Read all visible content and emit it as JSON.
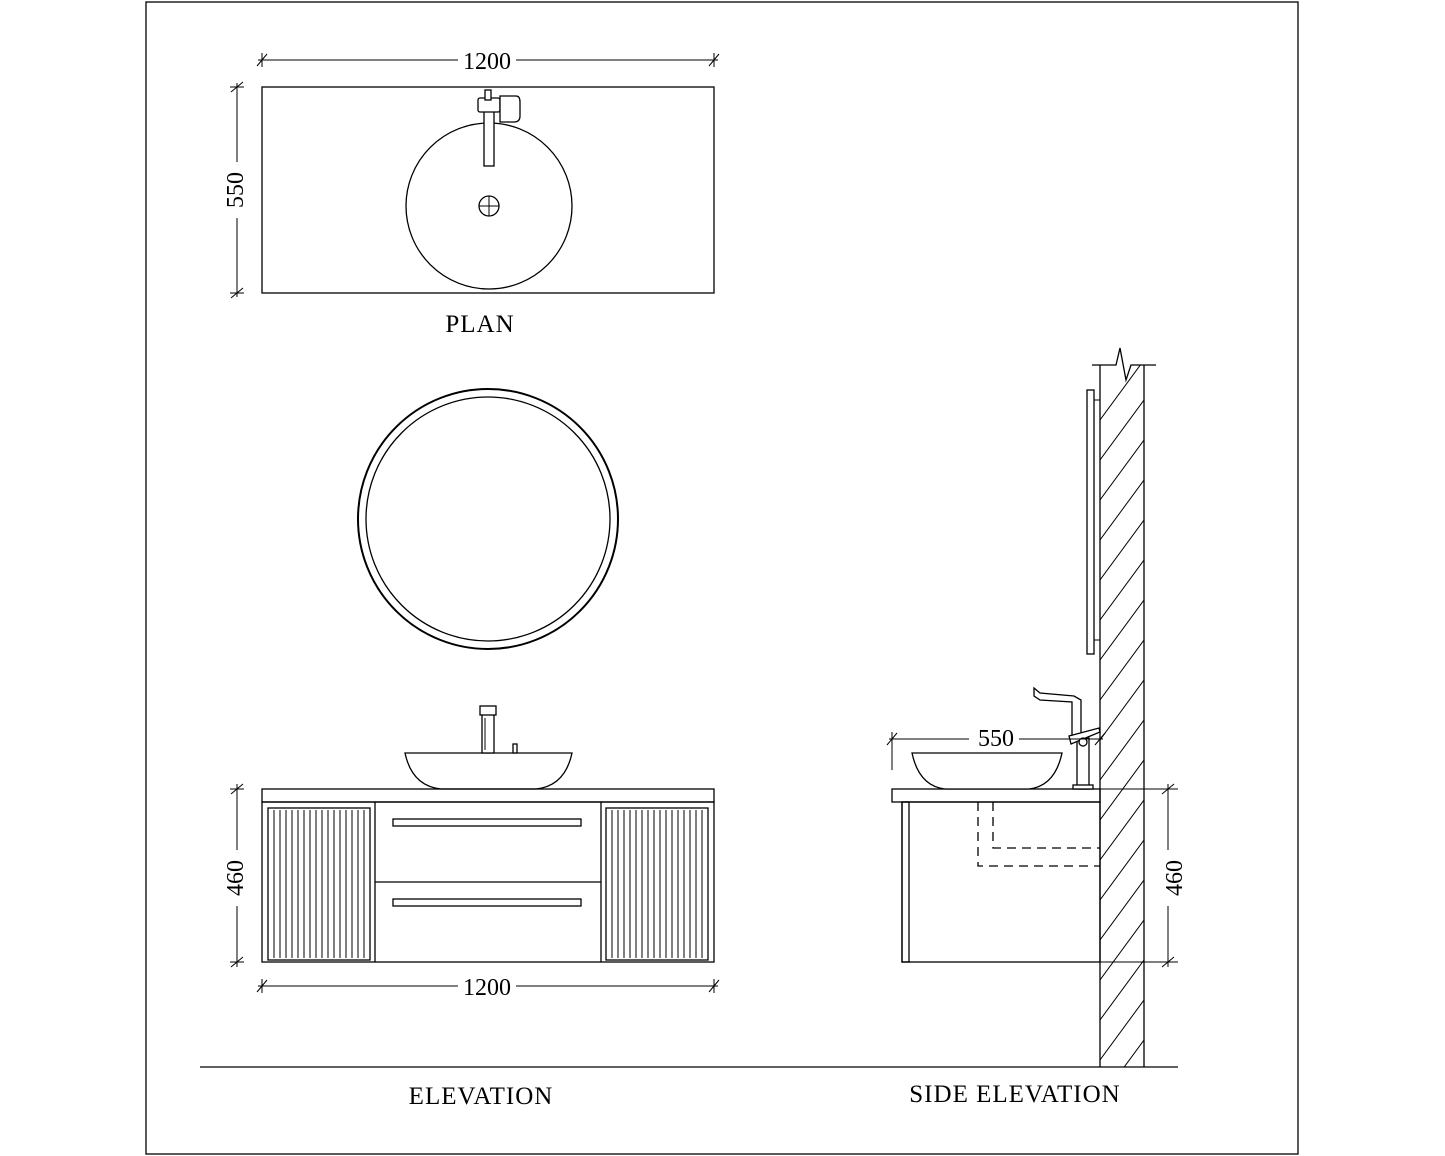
{
  "plan": {
    "title": "PLAN",
    "width_dim": "1200",
    "depth_dim": "550"
  },
  "elevation": {
    "title": "ELEVATION",
    "height_dim": "460",
    "width_dim": "1200"
  },
  "side_elevation": {
    "title": "SIDE ELEVATION",
    "depth_dim": "550",
    "height_dim": "460"
  }
}
